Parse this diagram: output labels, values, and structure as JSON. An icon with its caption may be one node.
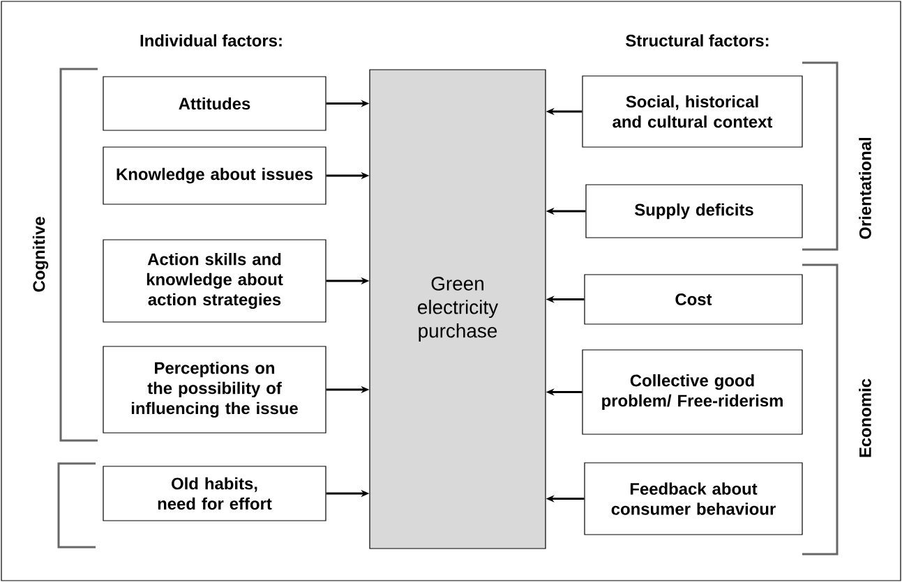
{
  "diagram": {
    "nodes": [
      {
        "text": [
          "Green electricity purchase"
        ]
      },
      {
        "text": [
          "Attitudes"
        ]
      },
      {
        "text": [
          "Knowledge about issues"
        ]
      },
      {
        "text": [
          "Action skills and knowledge about action strategies"
        ]
      },
      {
        "text": [
          "Perceptions on the possibility of influencing the issue"
        ]
      },
      {
        "text": [
          "Old habits, need for effort"
        ]
      },
      {
        "text": [
          "Social, historical and cultural context"
        ]
      },
      {
        "text": [
          "Supply deficits"
        ]
      },
      {
        "text": [
          "Cost"
        ]
      },
      {
        "text": [
          "Collective good problem/ Free-riderism"
        ]
      },
      {
        "text": [
          "Feedback about consumer behaviour"
        ]
      }
    ],
    "edges": [
      {
        "from": 1,
        "to": 0,
        "arrow": "to"
      },
      {
        "from": 2,
        "to": 0,
        "arrow": "to"
      },
      {
        "from": 3,
        "to": 0,
        "arrow": "to"
      },
      {
        "from": 4,
        "to": 0,
        "arrow": "to"
      },
      {
        "from": 5,
        "to": 0,
        "arrow": "to"
      },
      {
        "from": 6,
        "to": 0,
        "arrow": "to"
      },
      {
        "from": 7,
        "to": 0,
        "arrow": "to"
      },
      {
        "from": 8,
        "to": 0,
        "arrow": "to"
      },
      {
        "from": 9,
        "to": 0,
        "arrow": "to"
      },
      {
        "from": 10,
        "to": 0,
        "arrow": "to"
      }
    ],
    "labels": [
      "Individual factors:",
      "Structural factors:",
      "Cognitive",
      "Orientational",
      "Economic"
    ]
  }
}
